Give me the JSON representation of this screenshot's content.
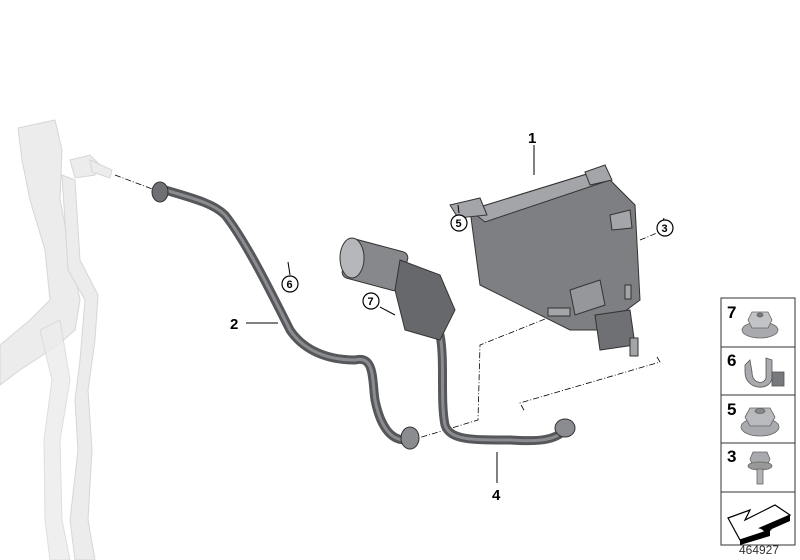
{
  "diagram": {
    "callouts": [
      {
        "id": "callout-1",
        "text": "1",
        "circled": false
      },
      {
        "id": "callout-2",
        "text": "2",
        "circled": false
      },
      {
        "id": "callout-3",
        "text": "3",
        "circled": true
      },
      {
        "id": "callout-4",
        "text": "4",
        "circled": false
      },
      {
        "id": "callout-5",
        "text": "5",
        "circled": true
      },
      {
        "id": "callout-6",
        "text": "6",
        "circled": true
      },
      {
        "id": "callout-7",
        "text": "7",
        "circled": true
      }
    ],
    "legend": [
      {
        "number": "7",
        "part": "collar-nut-icon"
      },
      {
        "number": "6",
        "part": "hose-clip-icon"
      },
      {
        "number": "5",
        "part": "hex-nut-icon"
      },
      {
        "number": "3",
        "part": "collar-screw-icon"
      }
    ],
    "legend_arrow_icon": "direction-arrow-icon",
    "document_id": "464927",
    "colors": {
      "part_gray": "#7d7f82",
      "ghost_gray": "#e6e6e6",
      "outline": "#000000"
    }
  }
}
